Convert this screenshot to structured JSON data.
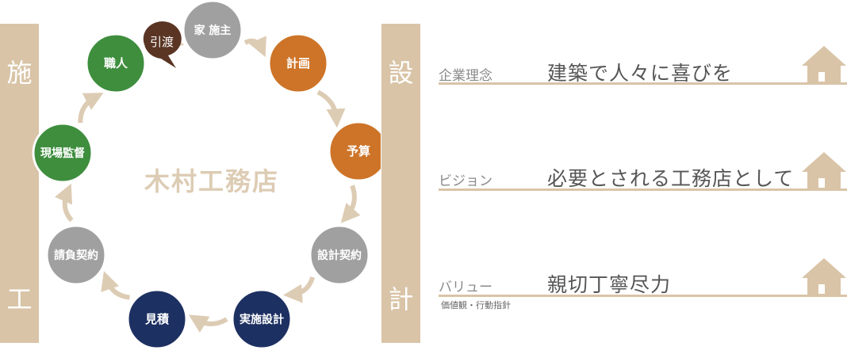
{
  "sidebars": {
    "left": {
      "top": "施",
      "bottom": "工"
    },
    "right": {
      "top": "設",
      "bottom": "計"
    }
  },
  "cycle": {
    "center_logo": "木村工務店",
    "callout": "引渡",
    "nodes": [
      {
        "label": "家 施主",
        "color": "#a0a0a0"
      },
      {
        "label": "計画",
        "color": "#cd7428"
      },
      {
        "label": "予算",
        "color": "#cd7428"
      },
      {
        "label": "設計契約",
        "color": "#a0a0a0"
      },
      {
        "label": "実施設計",
        "color": "#1d3062"
      },
      {
        "label": "見積",
        "color": "#1d3062"
      },
      {
        "label": "請負契約",
        "color": "#a0a0a0"
      },
      {
        "label": "現場監督",
        "color": "#3e8e3e"
      },
      {
        "label": "職人",
        "color": "#3e8e3e"
      }
    ],
    "arrow_color": "#ddccb4",
    "callout_color": "#5a3524"
  },
  "rows": [
    {
      "label": "企業理念",
      "value": "建築で人々に喜びを",
      "sub": ""
    },
    {
      "label": "ビジョン",
      "value": "必要とされる工務店として",
      "sub": ""
    },
    {
      "label": "バリュー",
      "value": "親切丁寧尽力",
      "sub": "価値観・行動指針"
    }
  ],
  "colors": {
    "bar": "#d9c4a7",
    "house": "#d9c4a7"
  }
}
